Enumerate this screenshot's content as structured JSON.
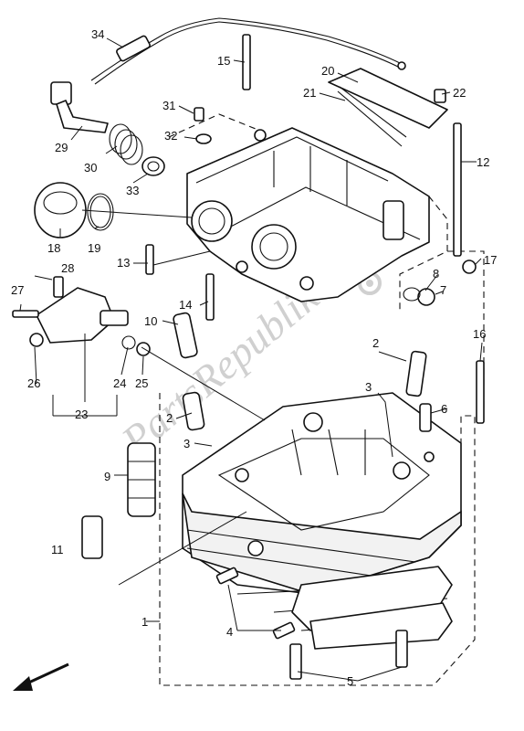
{
  "diagram": {
    "watermark": "PartsRepublik",
    "callouts": [
      "1",
      "2",
      "3",
      "4",
      "5",
      "6",
      "7",
      "8",
      "9",
      "10",
      "11",
      "12",
      "13",
      "14",
      "15",
      "16",
      "17",
      "18",
      "19",
      "20",
      "21",
      "22",
      "23",
      "24",
      "25",
      "26",
      "27",
      "28",
      "29",
      "30",
      "31",
      "32",
      "33",
      "34"
    ]
  },
  "colors": {
    "line": "#111111",
    "background": "#ffffff",
    "watermark": "#d0d0d0"
  },
  "icons": {
    "direction": "arrow-front-icon",
    "watermark_gear": "gear-icon"
  }
}
